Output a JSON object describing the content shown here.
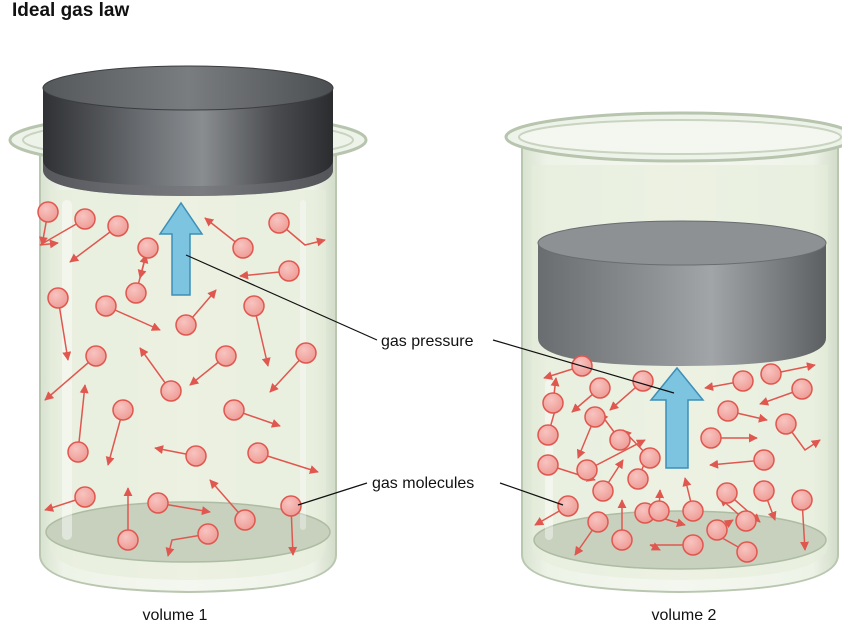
{
  "title": "Ideal gas law",
  "labels": {
    "gas_pressure": "gas pressure",
    "gas_molecules": "gas molecules"
  },
  "containers": [
    {
      "id": "volume-1",
      "caption": "volume 1"
    },
    {
      "id": "volume-2",
      "caption": "volume 2"
    }
  ],
  "colors": {
    "molecule_fill": "#f2a0a0",
    "molecule_stroke": "#e0574f",
    "velocity_arrow": "#e0574f",
    "pressure_arrow": "#7cc4e0",
    "piston": "#595b5e",
    "gas_tint": "#e9efdf"
  }
}
